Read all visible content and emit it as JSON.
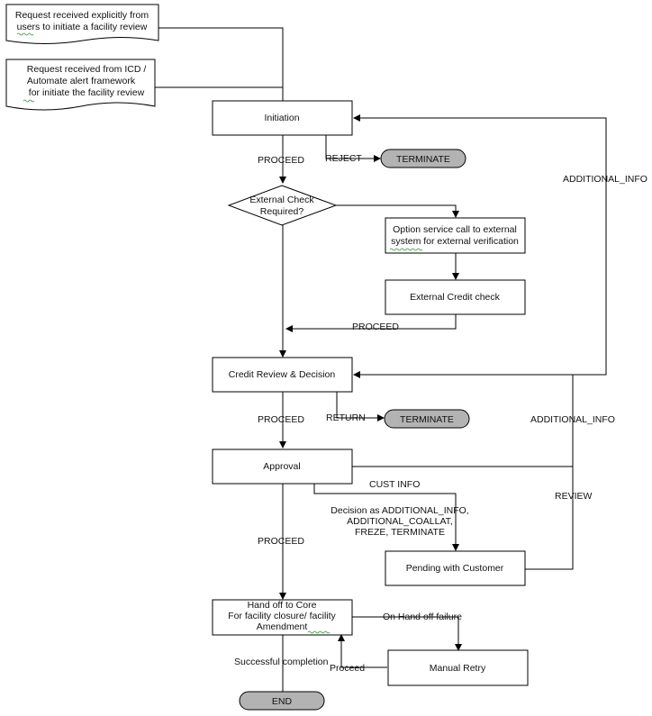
{
  "nodes": {
    "request_users": [
      "Request received explicitly from",
      "users to initiate a facility review"
    ],
    "request_icd": [
      "Request received from ICD /",
      "Automate alert framework",
      "for initiate the facility review"
    ],
    "initiation": [
      "Initiation"
    ],
    "terminate_1": [
      "TERMINATE"
    ],
    "external_check": [
      "External Check",
      "Required?"
    ],
    "option_service": [
      "Option service call to external",
      "system for external verification"
    ],
    "external_credit": [
      "External Credit check"
    ],
    "credit_review": [
      "Credit Review & Decision"
    ],
    "terminate_2": [
      "TERMINATE"
    ],
    "approval": [
      "Approval"
    ],
    "pending_customer": [
      "Pending with Customer"
    ],
    "hand_off": [
      "Hand off to Core",
      "For facility closure/ facility",
      "Amendment"
    ],
    "manual_retry": [
      "Manual Retry"
    ],
    "end": [
      "END"
    ]
  },
  "edge_labels": {
    "proceed_1": "PROCEED",
    "reject": "REJECT",
    "additional_info_1": "ADDITIONAL_INFO",
    "proceed_2": "PROCEED",
    "proceed_3": "PROCEED",
    "return": "RETURN",
    "additional_info_2": "ADDITIONAL_INFO",
    "cust_info": "CUST INFO",
    "decision_as": [
      "Decision as ADDITIONAL_INFO,",
      "ADDITIONAL_COALLAT,",
      "FREZE, TERMINATE"
    ],
    "review": "REVIEW",
    "proceed_4": "PROCEED",
    "on_hand_off_failure": "On Hand off failure",
    "successful_completion": "Successful completion",
    "proceed_5": "Proceed"
  }
}
